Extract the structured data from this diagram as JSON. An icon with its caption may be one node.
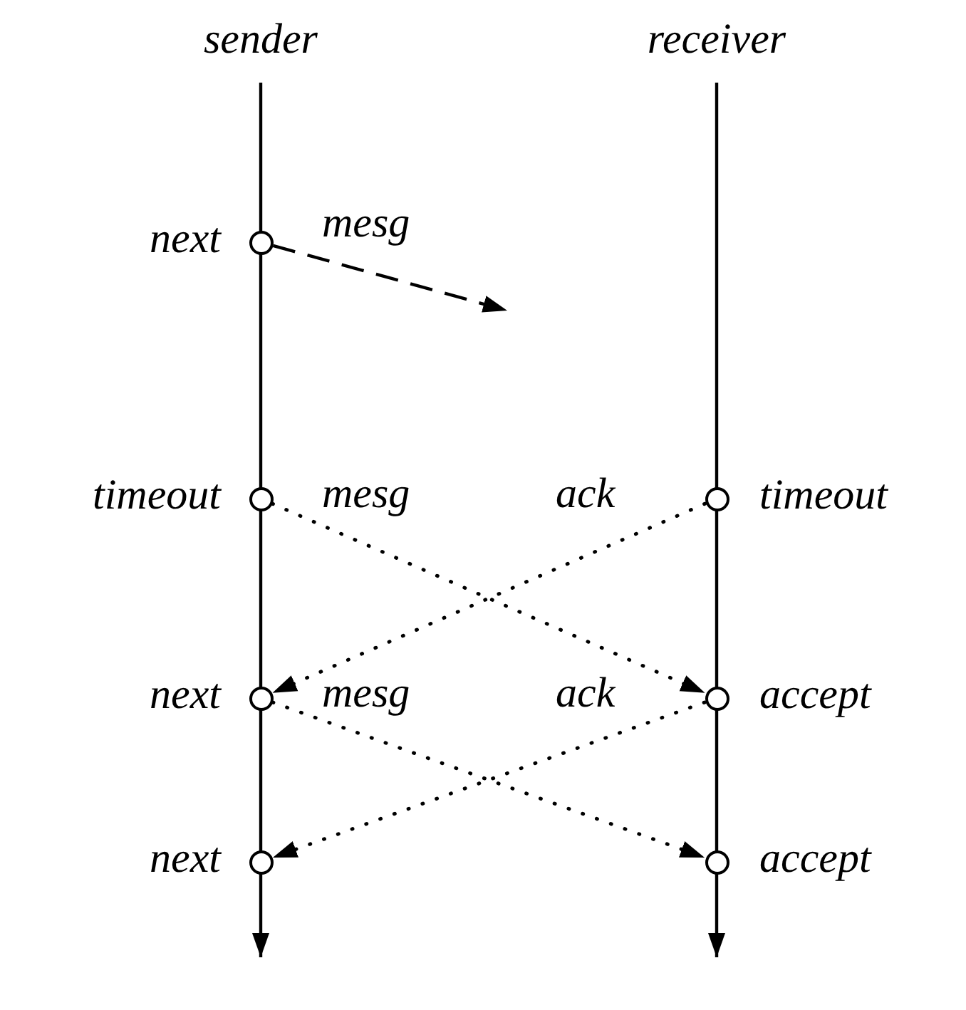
{
  "diagram": {
    "nodes": [
      {
        "text": [
          "sender"
        ]
      },
      {
        "text": [
          "receiver"
        ]
      },
      {
        "text": [],
        "shape": "circle",
        "beside": [
          "next"
        ]
      },
      {
        "text": [],
        "shape": "circle",
        "beside": [
          "timeout"
        ]
      },
      {
        "text": [],
        "shape": "circle",
        "beside": [
          "timeout"
        ]
      },
      {
        "text": [],
        "shape": "circle",
        "beside": [
          "next"
        ]
      },
      {
        "text": [],
        "shape": "circle",
        "beside": [
          "accept"
        ]
      },
      {
        "text": [],
        "shape": "circle",
        "beside": [
          "next"
        ]
      },
      {
        "text": [],
        "shape": "circle",
        "beside": [
          "accept"
        ]
      }
    ],
    "edges": [
      {
        "from": 0,
        "to": null,
        "arrow": "to"
      },
      {
        "from": 1,
        "to": null,
        "arrow": "to"
      },
      {
        "from": 2,
        "to": null,
        "arrow": "to",
        "label": "mesg",
        "style": "dashed"
      },
      {
        "from": 3,
        "to": 6,
        "arrow": "to",
        "label": "mesg",
        "style": "dashed"
      },
      {
        "from": 4,
        "to": 5,
        "arrow": "to",
        "label": "ack",
        "style": "dashed"
      },
      {
        "from": 5,
        "to": 8,
        "arrow": "to",
        "label": "mesg",
        "style": "dashed"
      },
      {
        "from": 6,
        "to": 7,
        "arrow": "to",
        "label": "ack",
        "style": "dashed"
      }
    ]
  }
}
